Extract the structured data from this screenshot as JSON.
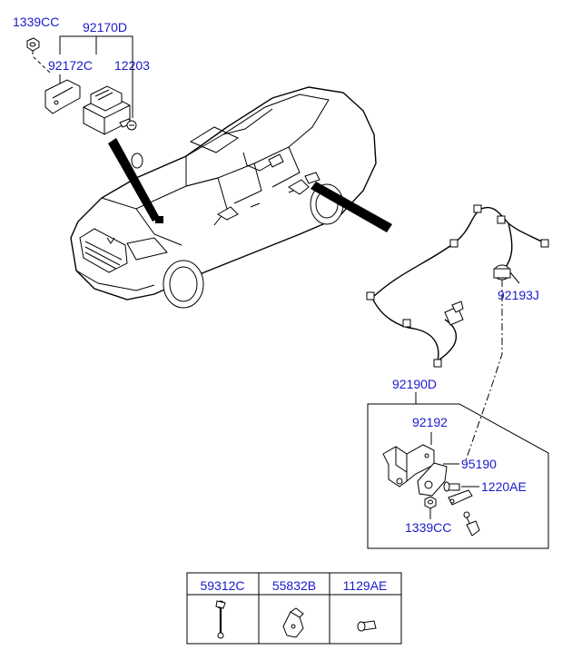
{
  "diagram": {
    "callouts": {
      "c1339cc_top": "1339CC",
      "c92170d": "92170D",
      "c92172c": "92172C",
      "c12203": "12203",
      "c92193j": "92193J",
      "c92190d": "92190D",
      "c92192": "92192",
      "c95190": "95190",
      "c1220ae": "1220AE",
      "c1339cc_bot": "1339CC"
    },
    "parts_table": {
      "headers": [
        "59312C",
        "55832B",
        "1129AE"
      ]
    },
    "colors": {
      "label": "#1a1acc",
      "line": "#000000",
      "background": "#ffffff"
    }
  }
}
